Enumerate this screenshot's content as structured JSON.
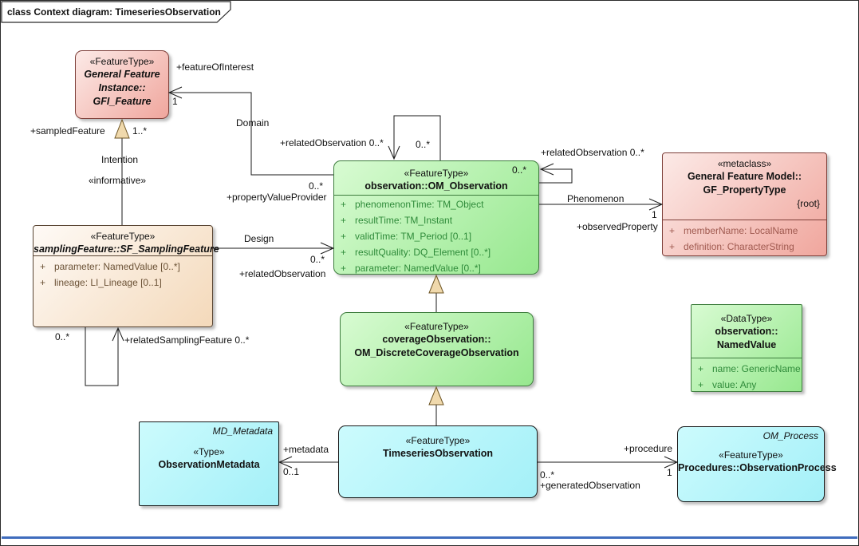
{
  "frame": {
    "title": "class Context diagram: TimeseriesObservation"
  },
  "colors": {
    "pink_fill_start": "#fceae7",
    "pink_fill_end": "#f0a69d",
    "pink_border": "#7e3f39",
    "pink_attr_text": "#a05a50",
    "green_fill_start": "#d8fbd2",
    "green_fill_end": "#97e88f",
    "green_border": "#3e7d3e",
    "green_attr_text": "#2f8b3a",
    "cyan_fill_start": "#ccfbfd",
    "cyan_fill_end": "#a4f0f8",
    "cyan_border": "#1a1a1a",
    "tan_fill_start": "#fefaf6",
    "tan_fill_end": "#f4d9ba",
    "tan_border": "#5a4634",
    "tan_attr_text": "#6b5236",
    "generalization_triangle_fill": "#f0d9ac",
    "bottom_edge_line": "#3f6cbd"
  },
  "classes": {
    "gfi": {
      "stereotype": "«FeatureType»",
      "name1": "General Feature",
      "name2": "Instance::",
      "name3": "GFI_Feature"
    },
    "sf": {
      "stereotype": "«FeatureType»",
      "name": "samplingFeature::SF_SamplingFeature",
      "attrs": [
        {
          "vis": "+",
          "text": "parameter: NamedValue [0..*]"
        },
        {
          "vis": "+",
          "text": "lineage: LI_Lineage [0..1]"
        }
      ]
    },
    "om": {
      "stereotype": "«FeatureType»",
      "name": "observation::OM_Observation",
      "attrs": [
        {
          "vis": "+",
          "text": "phenomenonTime: TM_Object"
        },
        {
          "vis": "+",
          "text": "resultTime: TM_Instant"
        },
        {
          "vis": "+",
          "text": "validTime: TM_Period [0..1]"
        },
        {
          "vis": "+",
          "text": "resultQuality: DQ_Element [0..*]"
        },
        {
          "vis": "+",
          "text": "parameter: NamedValue [0..*]"
        }
      ]
    },
    "gfp": {
      "stereotype": "«metaclass»",
      "name1": "General Feature Model::",
      "name2": "GF_PropertyType",
      "root_tag": "{root}",
      "attrs": [
        {
          "vis": "+",
          "text": "memberName: LocalName"
        },
        {
          "vis": "+",
          "text": "definition: CharacterString"
        }
      ]
    },
    "dco": {
      "stereotype": "«FeatureType»",
      "name1": "coverageObservation::",
      "name2": "OM_DiscreteCoverageObservation"
    },
    "nv": {
      "stereotype": "«DataType»",
      "name1": "observation::",
      "name2": "NamedValue",
      "attrs": [
        {
          "vis": "+",
          "text": "name: GenericName"
        },
        {
          "vis": "+",
          "text": "value: Any"
        }
      ]
    },
    "md": {
      "corner": "MD_Metadata",
      "stereotype": "«Type»",
      "name": "ObservationMetadata"
    },
    "tso": {
      "stereotype": "«FeatureType»",
      "name": "TimeseriesObservation"
    },
    "proc": {
      "corner": "OM_Process",
      "stereotype": "«FeatureType»",
      "name": "Procedures::ObservationProcess"
    }
  },
  "labels": {
    "featureOfInterest": "+featureOfInterest",
    "foi_mult": "1",
    "domain": "Domain",
    "sampledFeature": "+sampledFeature",
    "sampled_mult": "1..*",
    "intention": "Intention",
    "informative": "«informative»",
    "relObs_top": "+relatedObservation 0..*",
    "relObs_top_mult": "0..*",
    "relObs_right": "+relatedObservation 0..*",
    "relObs_right_mult": "0..*",
    "pvp_mult": "0..*",
    "propertyValueProvider": "+propertyValueProvider",
    "design": "Design",
    "design_mult": "0..*",
    "relatedObservation": "+relatedObservation",
    "phenomenon": "Phenomenon",
    "phen_mult": "1",
    "observedProperty": "+observedProperty",
    "sfloop_mult": "0..*",
    "relatedSamplingFeature": "+relatedSamplingFeature 0..*",
    "metadata": "+metadata",
    "metadata_mult": "0..1",
    "genObs_mult": "0..*",
    "generatedObservation": "+generatedObservation",
    "procedure": "+procedure",
    "proc_mult": "1"
  }
}
